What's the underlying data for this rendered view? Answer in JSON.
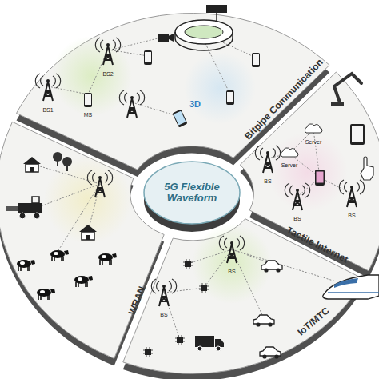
{
  "diagram": {
    "nodes": [
      {
        "text": [
          "Bitpipe Communication"
        ]
      },
      {
        "text": [
          "Tactile Internet"
        ]
      },
      {
        "text": [
          "WRAN"
        ]
      },
      {
        "text": [
          "5G Flexible Waveform"
        ]
      },
      {
        "text": [
          "IoT/MTC"
        ]
      }
    ],
    "labels": [
      "BS1",
      "BS2",
      "MS",
      "3D",
      "BS",
      "Server",
      "Server",
      "BS",
      "BS",
      "BS",
      "BS"
    ]
  }
}
